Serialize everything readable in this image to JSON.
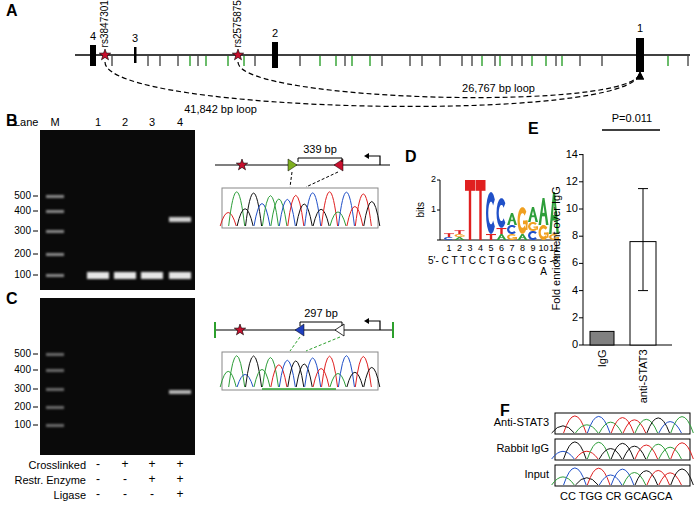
{
  "diagram": {
    "nodes": [
      {
        "text": [
          "rs3847301"
        ]
      },
      {
        "text": [
          "rs2575875"
        ]
      },
      {
        "text": [
          "1"
        ]
      }
    ],
    "edges": [
      {
        "from": 1,
        "to": 2,
        "label": "26,767 bp loop",
        "arrow": "to"
      },
      {
        "from": 0,
        "to": 2,
        "label": "41,842 bp loop",
        "arrow": "to"
      }
    ],
    "labels": [
      "A",
      "4",
      "3",
      "2",
      "B",
      "Lane",
      "M",
      "1",
      "2",
      "3",
      "4",
      "500",
      "400",
      "300",
      "200",
      "100",
      "339 bp",
      "C",
      "500",
      "400",
      "300",
      "200",
      "100",
      "297 bp",
      "Crosslinked",
      "Restr. Enzyme",
      "Ligase",
      "-",
      "+",
      "+",
      "+",
      "-",
      "-",
      "+",
      "+",
      "-",
      "-",
      "-",
      "+",
      "D",
      "bits",
      "2",
      "1",
      "1",
      "2",
      "3",
      "4",
      "5",
      "6",
      "7",
      "8",
      "9",
      "10",
      "11",
      "5'- C T T C C T G G C G G -3'",
      "A",
      "E",
      "P=0.011",
      "Fold enrichment over IgG",
      "0",
      "2",
      "4",
      "6",
      "8",
      "10",
      "12",
      "14",
      "IgG",
      "anti-STAT3",
      "F",
      "Anti-STAT3",
      "Rabbit IgG",
      "Input",
      "CC TGG CR GCAGCA"
    ]
  }
}
